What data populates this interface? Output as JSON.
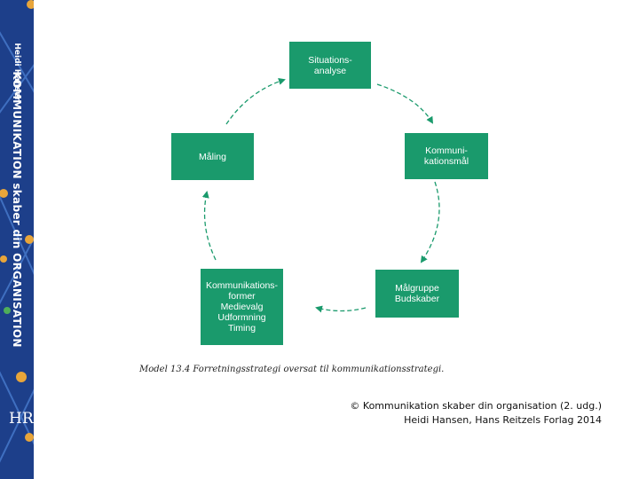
{
  "spine": {
    "author": "Heidi Hansen",
    "title": "KOMMUNIKATION skaber din ORGANISATION",
    "logo_text": "HR",
    "color": "#1d3f8a"
  },
  "diagram": {
    "accent_color": "#1a9a6c",
    "boxes": [
      {
        "lines": [
          "Situations-",
          "analyse"
        ]
      },
      {
        "lines": [
          "Kommuni-",
          "kationsmål"
        ]
      },
      {
        "lines": [
          "Målgruppe",
          "Budskaber"
        ]
      },
      {
        "lines": [
          "Kommunikations-",
          "former",
          "Medievalg",
          "Udformning",
          "Timing"
        ]
      },
      {
        "lines": [
          "Måling"
        ]
      }
    ],
    "caption": "Model 13.4 Forretningsstrategi oversat til kommunikationsstrategi."
  },
  "copyright": {
    "line1": "© Kommunikation skaber din organisation (2. udg.)",
    "line2": "Heidi Hansen, Hans Reitzels Forlag 2014"
  }
}
